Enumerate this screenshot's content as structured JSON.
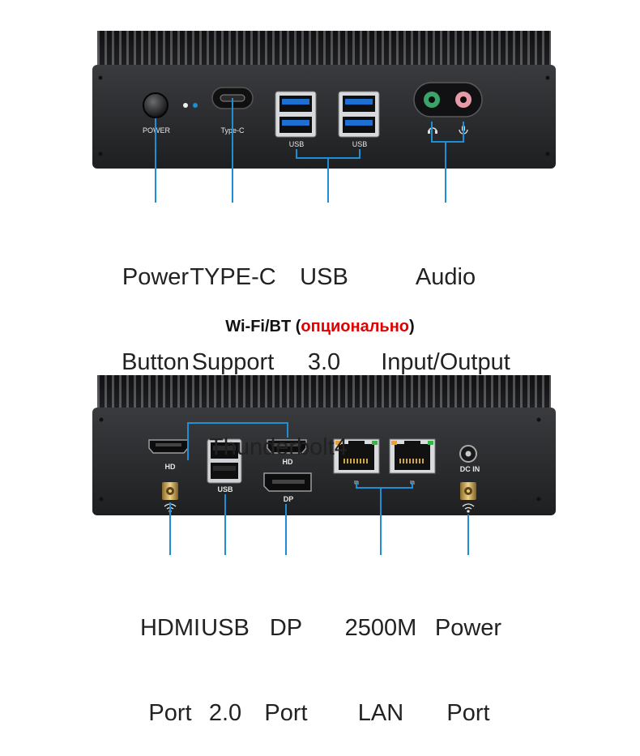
{
  "colors": {
    "callout_line": "#1e8fd6",
    "panel": "#2a2b2d",
    "panel_dark": "#141516",
    "usb3_blue": "#1d6fd1",
    "led_blue": "#1e8fd6",
    "audio_green": "#3aa36a",
    "audio_pink": "#e79aa7",
    "text": "#222222",
    "optional_red": "#e00000"
  },
  "front_panel": {
    "power_label": "POWER",
    "typec_label": "Type-C",
    "usb_left_label": "USB",
    "usb_right_label": "USB",
    "audio_icons": [
      "headphone-icon",
      "microphone-icon"
    ]
  },
  "front_callouts": [
    {
      "key": "power",
      "lines": [
        "Power",
        "Button"
      ]
    },
    {
      "key": "typec",
      "lines": [
        "TYPE-C",
        "Support",
        "Thunderbolt4"
      ]
    },
    {
      "key": "usb3",
      "lines": [
        "USB",
        "3.0"
      ]
    },
    {
      "key": "audio",
      "lines": [
        "Audio",
        "Input/Output"
      ]
    }
  ],
  "wifi_note": {
    "prefix": "Wi-Fi/BT (",
    "optional": "опционально",
    "suffix": ")"
  },
  "rear_panel": {
    "hdmi_left_label": "HD",
    "hdmi_right_label": "HD",
    "usb_label": "USB",
    "dp_label": "DP",
    "dcin_label": "DC IN",
    "antenna_icon": "wifi-icon"
  },
  "rear_callouts": [
    {
      "key": "hdmi",
      "lines": [
        "HDMI",
        "Port"
      ]
    },
    {
      "key": "usb2",
      "lines": [
        "USB",
        "2.0"
      ]
    },
    {
      "key": "dp",
      "lines": [
        "DP",
        "Port"
      ]
    },
    {
      "key": "lan",
      "lines": [
        "2500M",
        "LAN"
      ]
    },
    {
      "key": "power_port",
      "lines": [
        "Power",
        "Port"
      ]
    }
  ]
}
